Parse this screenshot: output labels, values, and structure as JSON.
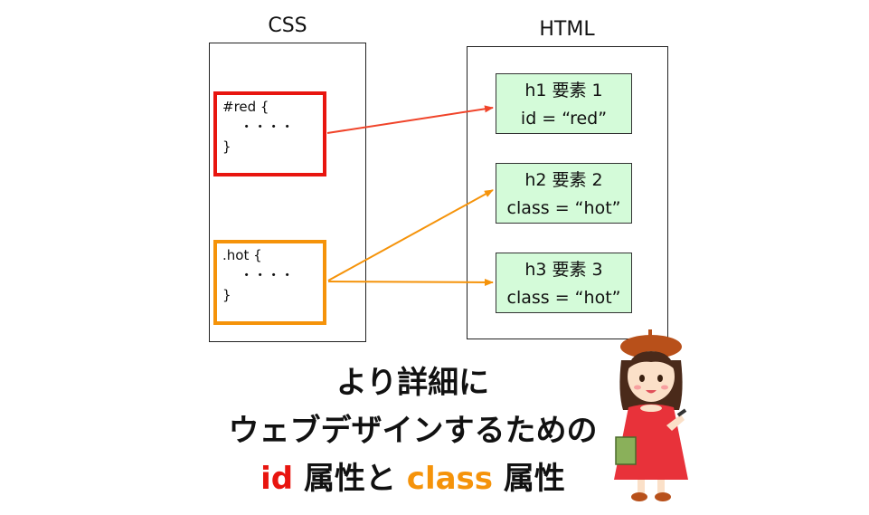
{
  "colors": {
    "id_accent": "#e8150f",
    "class_accent": "#f5930a",
    "arrow_id": "#f0442a",
    "arrow_class": "#f5930a",
    "element_fill": "#d4fbd9",
    "panel_border": "#222222"
  },
  "css_panel": {
    "title": "CSS",
    "rules": [
      {
        "lines": [
          "#red {",
          "    ・・・・",
          "}"
        ]
      },
      {
        "lines": [
          ".hot {",
          "    ・・・・",
          "}"
        ]
      }
    ]
  },
  "html_panel": {
    "title": "HTML",
    "elements": [
      {
        "line1": "h1 要素 1",
        "line2": "id = “red”"
      },
      {
        "line1": "h2 要素 2",
        "line2": "class = “hot”"
      },
      {
        "line1": "h3 要素 3",
        "line2": "class = “hot”"
      }
    ]
  },
  "caption": {
    "line1": "より詳細に",
    "line2": "ウェブデザインするための",
    "line3_id": "id",
    "line3_attr1": " 属性と ",
    "line3_class": "class",
    "line3_attr2": " 属性"
  },
  "illustration": {
    "icon": "girl-holding-book-illustration"
  }
}
